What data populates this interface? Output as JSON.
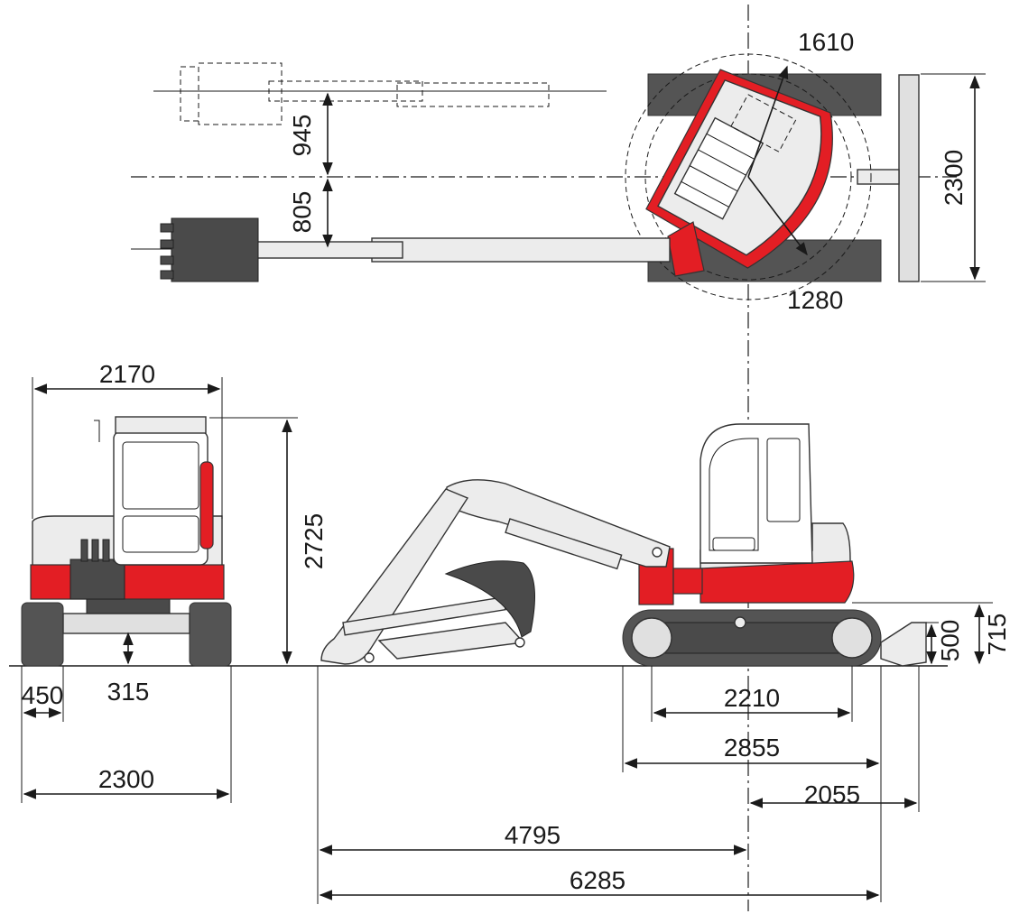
{
  "colors": {
    "machine_red": "#e31e24",
    "track_dark": "#545454",
    "body_grey": "#e0e0e0",
    "line": "#1a1a1a"
  },
  "top_view": {
    "slew_radius_front": "1610",
    "slew_radius_rear": "1280",
    "track_width": "2300",
    "boom_offset_left": "945",
    "boom_offset_right": "805"
  },
  "front_view": {
    "upper_width": "2170",
    "height": "2725",
    "ground_clearance": "315",
    "track_shoe_width": "450",
    "overall_width": "2300"
  },
  "side_view": {
    "tumbler_distance": "2210",
    "track_length": "2855",
    "blade_reach": "2055",
    "transport_length_to_center": "4795",
    "transport_length": "6285",
    "blade_height": "500",
    "blade_lift": "715"
  }
}
